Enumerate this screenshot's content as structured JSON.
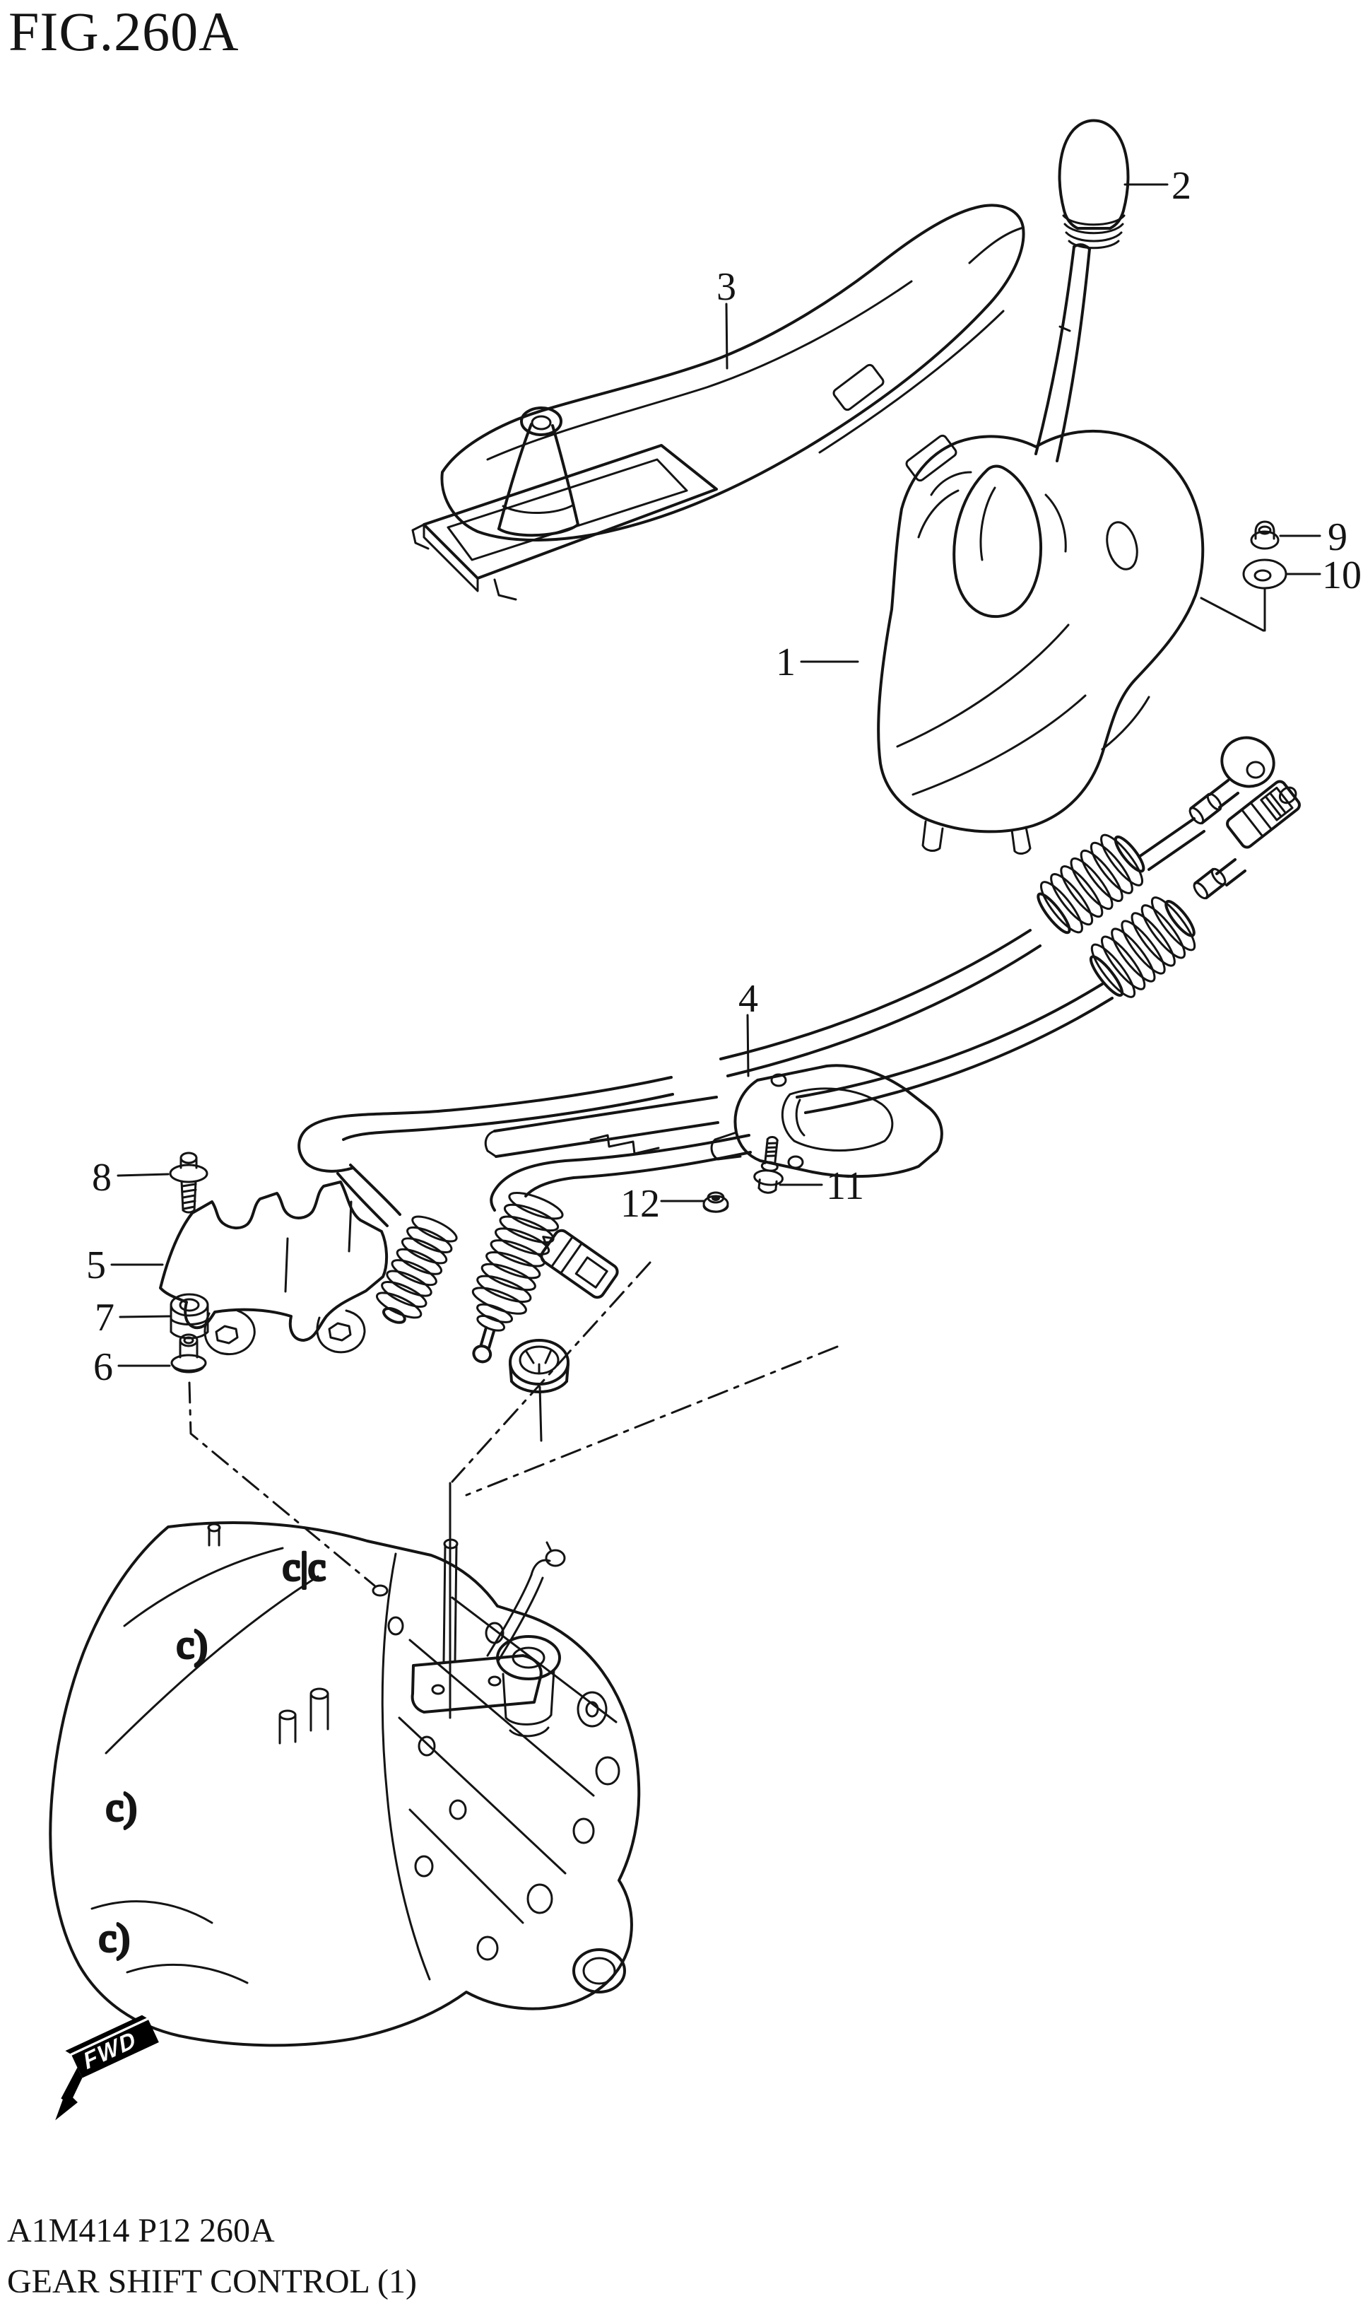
{
  "figure": {
    "title": "FIG.260A",
    "code_line": "A1M414 P12 260A",
    "caption": "GEAR SHIFT CONTROL (1)"
  },
  "badge": {
    "label": "FWD"
  },
  "colors": {
    "line": "#141414",
    "bg": "#ffffff",
    "badge_fill": "#000000",
    "badge_text": "#ffffff"
  },
  "part_labels": [
    {
      "number": "1"
    },
    {
      "number": "2"
    },
    {
      "number": "3"
    },
    {
      "number": "4"
    },
    {
      "number": "5"
    },
    {
      "number": "6"
    },
    {
      "number": "7"
    },
    {
      "number": "8"
    },
    {
      "number": "9"
    },
    {
      "number": "10"
    },
    {
      "number": "11"
    },
    {
      "number": "12"
    }
  ]
}
